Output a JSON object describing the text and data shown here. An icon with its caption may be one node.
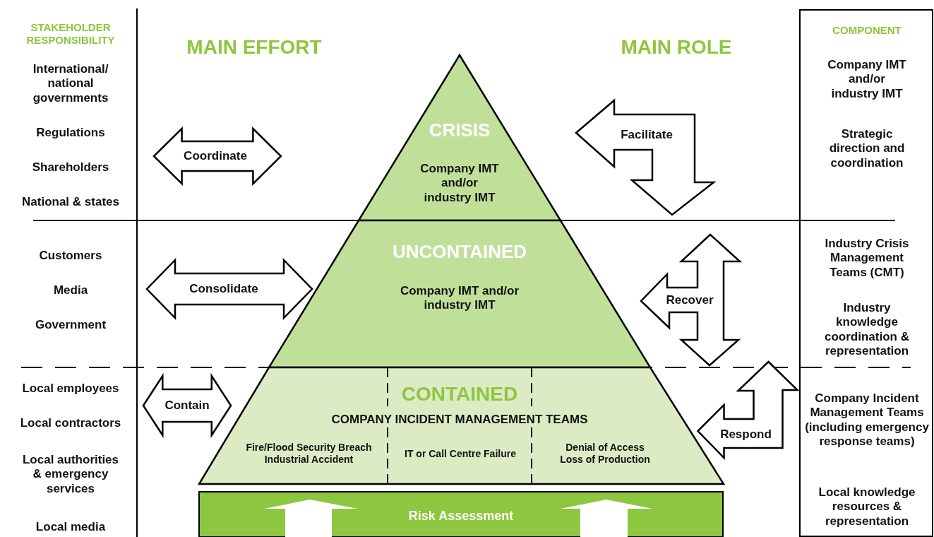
{
  "diagram": {
    "nodes": [
      {
        "text": [
          "STAKEHOLDER RESPONSIBILITY",
          "International/ national governments",
          "Regulations",
          "Shareholders",
          "National & states",
          "Customers",
          "Media",
          "Government",
          "Local employees",
          "Local contractors",
          "Local authorities & emergency services",
          "Local media"
        ]
      },
      {
        "text": [
          "CRISIS",
          "Company IMT and/or industry IMT"
        ]
      },
      {
        "text": [
          "UNCONTAINED",
          "Company IMT and/or industry IMT"
        ]
      },
      {
        "text": [
          "CONTAINED",
          "COMPANY INCIDENT MANAGEMENT TEAMS"
        ]
      },
      {
        "text": [
          "Fire/Flood Security Breach Industrial Accident"
        ],
        "in": 3
      },
      {
        "text": [
          "IT or Call Centre Failure"
        ],
        "in": 3
      },
      {
        "text": [
          "Denial of Access Loss of Production"
        ],
        "in": 3
      },
      {
        "text": [
          "Risk Assessment"
        ]
      },
      {
        "text": [
          "COMPONENT",
          "Company IMT and/or industry IMT",
          "Strategic direction and coordination",
          "Industry Crisis Management Teams (CMT)",
          "Industry knowledge coordination & representation",
          "Company Incident Management Teams (including emergency response teams)",
          "Local knowledge resources & representation"
        ]
      }
    ],
    "edges": [
      {
        "from": 0,
        "to": 1,
        "arrow": "both",
        "label": "Coordinate"
      },
      {
        "from": 0,
        "to": 2,
        "arrow": "both",
        "label": "Consolidate"
      },
      {
        "from": 0,
        "to": 3,
        "arrow": "both",
        "label": "Contain"
      },
      {
        "from": 2,
        "to": 1,
        "arrow": "both",
        "label": "Facilitate"
      },
      {
        "from": 3,
        "to": 1,
        "arrow": "both",
        "label": "Recover"
      },
      {
        "from": null,
        "to": 2,
        "arrow": "to"
      },
      {
        "from": null,
        "to": 3,
        "arrow": "both",
        "label": "Respond"
      }
    ],
    "labels": [
      "MAIN EFFORT",
      "MAIN ROLE"
    ]
  }
}
